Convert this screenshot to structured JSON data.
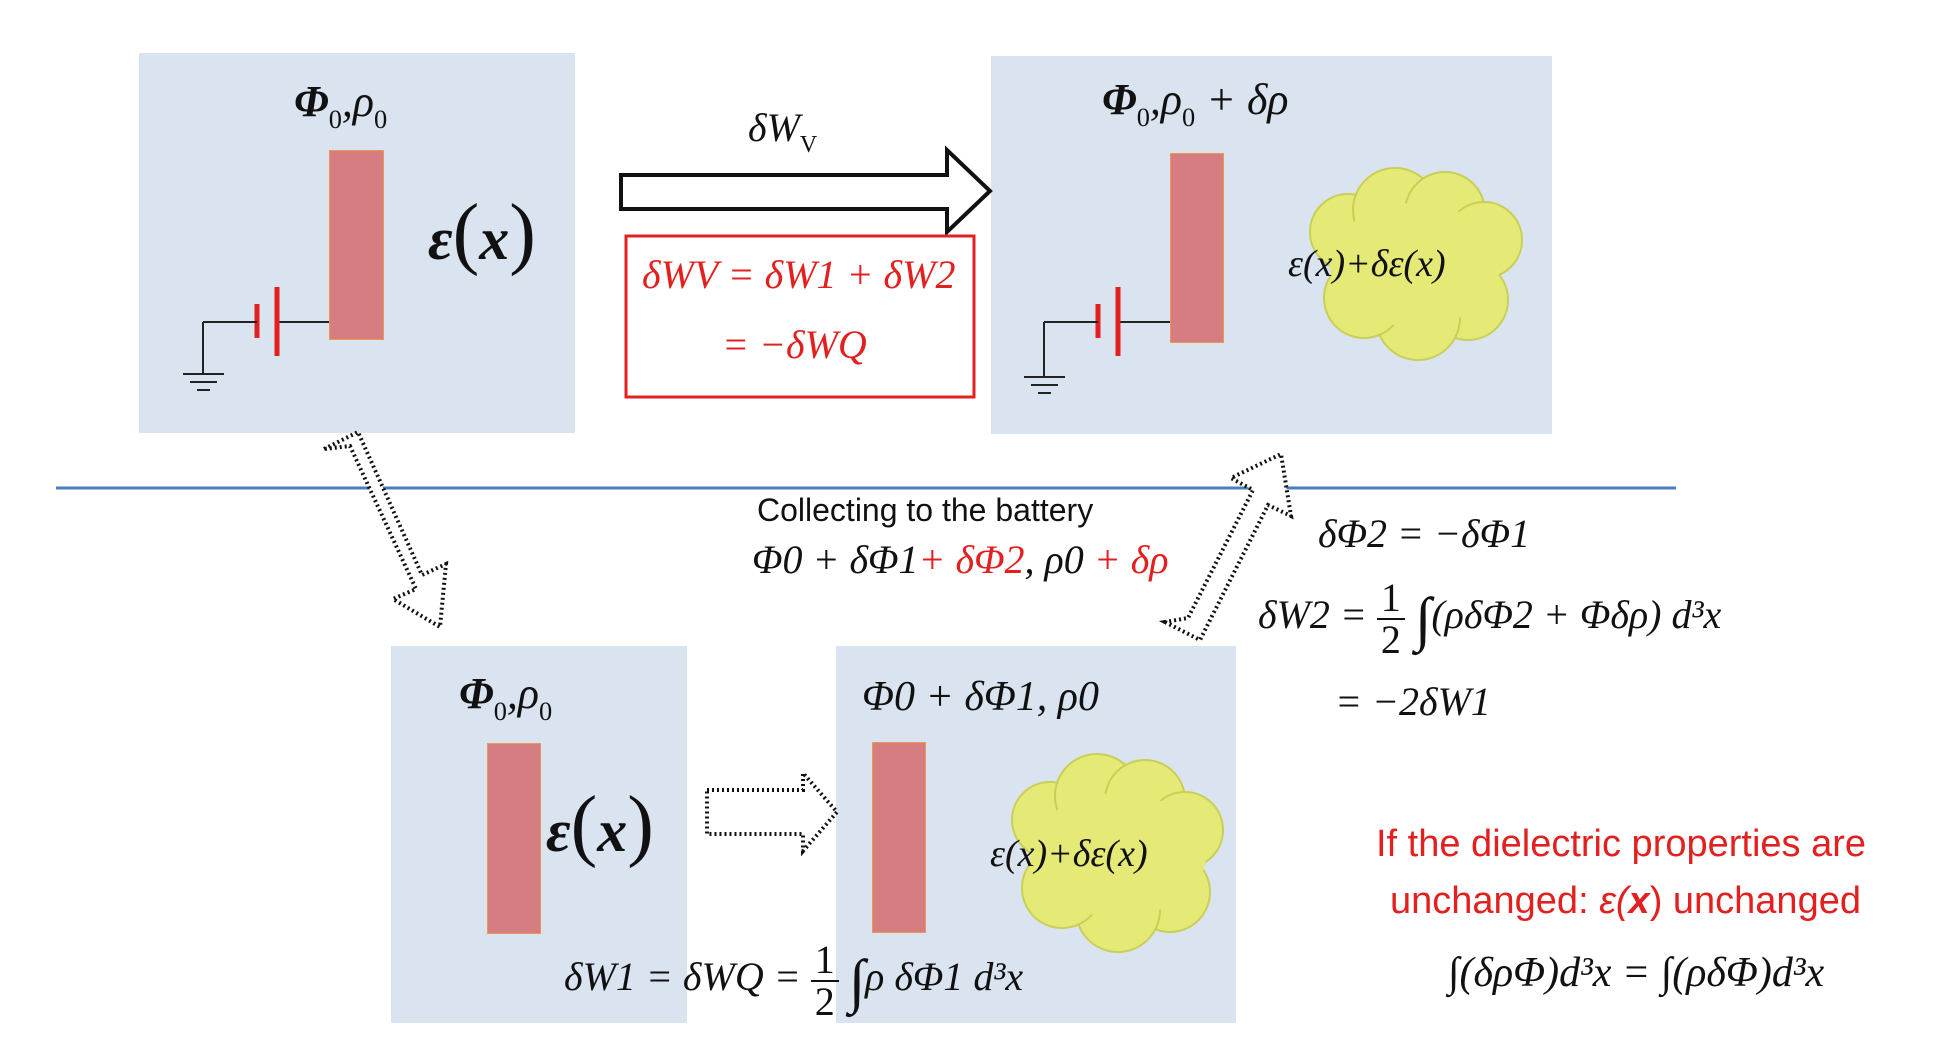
{
  "panels": {
    "top_left": {
      "label_phi": "Φ",
      "label_phi_sub": "0",
      "label_rho": "ρ",
      "label_rho_sub": "0",
      "epsilon": "ε",
      "x": "x"
    },
    "top_right": {
      "label_phi": "Φ",
      "label_phi_sub": "0",
      "label_rho": "ρ",
      "label_rho_sub": "0",
      "plus_delta_rho": "+ δρ",
      "cloud_text": "ε(x)+δε(x)"
    },
    "bottom_left": {
      "label_phi": "Φ",
      "label_phi_sub": "0",
      "label_rho": "ρ",
      "label_rho_sub": "0",
      "epsilon": "ε",
      "x": "x"
    },
    "bottom_middle": {
      "label": "Φ0 + δΦ1, ρ0",
      "cloud_text": "ε(x)+δε(x)"
    }
  },
  "arrow_top": {
    "label": "δW",
    "label_sub": "V"
  },
  "red_box": {
    "line1": "δWV = δW1 + δW2",
    "line2": "= −δWQ"
  },
  "middle_text": {
    "collecting": "Collecting to the battery",
    "formula_black1": "Φ0 + δΦ1",
    "formula_red1": "+ δΦ2",
    "formula_black2": ", ρ0",
    "formula_red2": "+ δρ"
  },
  "right_equations": {
    "eq1": "δΦ2 = −δΦ1",
    "eq2_lhs": "δW2 =",
    "eq2_rhs": "(ρδΦ2 + Φδρ) d³x",
    "eq3": "= −2δW1"
  },
  "bottom_equation": {
    "lhs": "δW1 = δWQ =",
    "rhs": "ρ δΦ1 d³x"
  },
  "fraction": {
    "numerator": "1",
    "denominator": "2"
  },
  "red_note": {
    "line1": "If the dielectric properties are",
    "line2_a": "unchanged:  ",
    "line2_eps": "ε(",
    "line2_x": "x",
    "line2_close": ")",
    "line2_b": " unchanged"
  },
  "final_equation": {
    "lhs": "∫(δρΦ)d³x",
    "eq": "=",
    "rhs": "∫(ρδΦ)d³x"
  },
  "colors": {
    "panel": "#dae3f0",
    "plate": "#d67d82",
    "red": "#e32020",
    "line": "#4a7ebb",
    "cloud": "#e5ea77"
  }
}
